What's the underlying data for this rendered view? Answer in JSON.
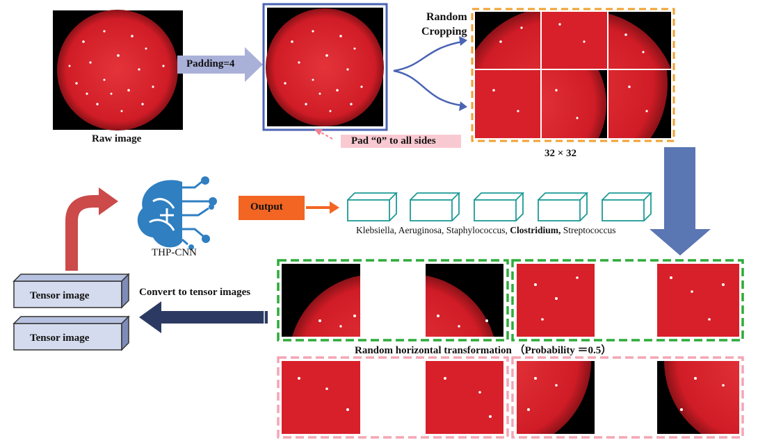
{
  "labels": {
    "raw_image": "Raw image",
    "padding": "Padding=4",
    "random_cropping_line1": "Random",
    "random_cropping_line2": "Cropping",
    "pad_zero": "Pad “0” to all sides",
    "crop_size": "32 × 32",
    "model": "THP-CNN",
    "output": "Output",
    "convert": "Convert to tensor images",
    "tensor_top": "Tensor image",
    "tensor_bottom": "Tensor image",
    "horizontal": "Random horizontal transformation （Probability ＝0.5）"
  },
  "classes": [
    {
      "name": "Klebsiella,"
    },
    {
      "name": "Aeruginosa,"
    },
    {
      "name": "Staphylococcus,"
    },
    {
      "name": "Clostridium,"
    },
    {
      "name": "Streptococcus"
    }
  ],
  "colors": {
    "agar": "#d8202a",
    "padding_arrow": "#a9b1d9",
    "output_box": "#f26522",
    "tensor_fill": "#d4dbee",
    "crop_border": "#f0a030",
    "green_border": "#2eab3a",
    "pink_border": "#f3a6b4",
    "brain": "#2f7fc1",
    "big_arrow": "#5a76b3",
    "navy_arrow": "#2c3a63",
    "red_arrow": "#cc4a4a",
    "cube": "#1c9a95"
  }
}
